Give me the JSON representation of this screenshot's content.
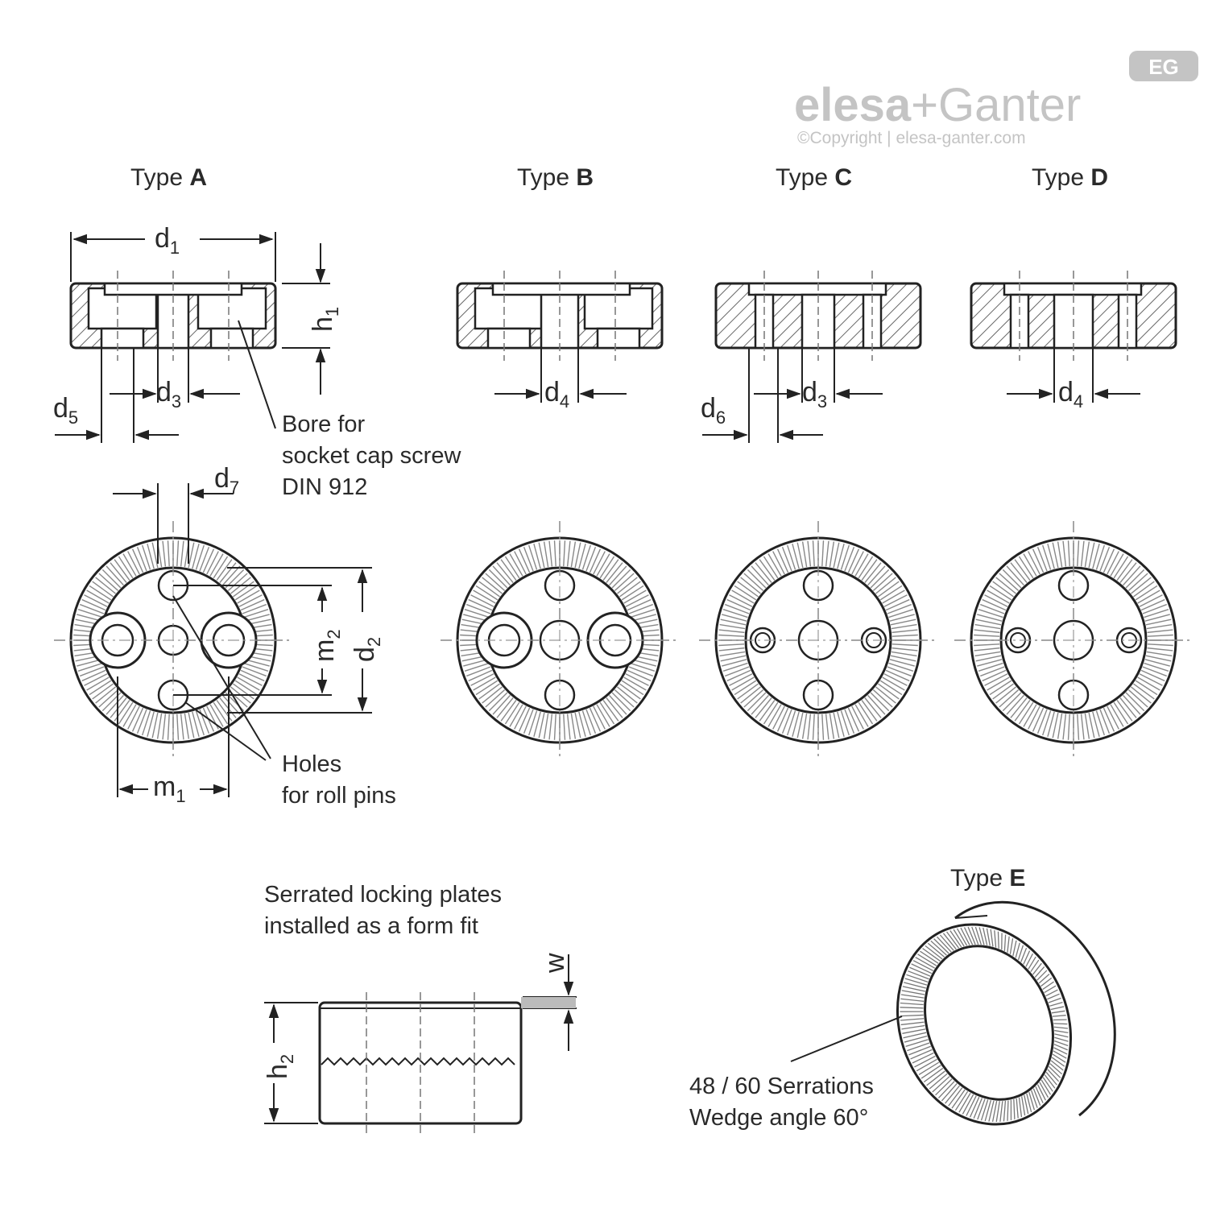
{
  "logo": {
    "brand_part1": "elesa",
    "brand_plus": "+",
    "brand_part2": "Ganter",
    "copyright": "©Copyright | elesa-ganter.com",
    "badge": "EG"
  },
  "types": {
    "a_prefix": "Type ",
    "a_letter": "A",
    "b_prefix": "Type ",
    "b_letter": "B",
    "c_prefix": "Type ",
    "c_letter": "C",
    "d_prefix": "Type ",
    "d_letter": "D",
    "e_prefix": "Type ",
    "e_letter": "E"
  },
  "dimensions": {
    "d1": "d",
    "d1_sub": "1",
    "h1": "h",
    "h1_sub": "1",
    "d3": "d",
    "d3_sub": "3",
    "d4": "d",
    "d4_sub": "4",
    "d5": "d",
    "d5_sub": "5",
    "d6": "d",
    "d6_sub": "6",
    "d7": "d",
    "d7_sub": "7",
    "m1": "m",
    "m1_sub": "1",
    "m2": "m",
    "m2_sub": "2",
    "d2": "d",
    "d2_sub": "2",
    "h2": "h",
    "h2_sub": "2",
    "w": "w",
    "d3c": "d",
    "d3c_sub": "3",
    "d4d": "d",
    "d4d_sub": "4"
  },
  "notes": {
    "bore_line1": "Bore for",
    "bore_line2": "socket cap screw",
    "bore_line3": "DIN 912",
    "holes_line1": "Holes",
    "holes_line2": "for roll pins",
    "serrated_line1": "Serrated locking plates",
    "serrated_line2": "installed as a form fit",
    "serrations_line1": "48 / 60 Serrations",
    "serrations_line2": "Wedge angle 60°"
  },
  "colors": {
    "line": "#222222",
    "hatch": "#666666",
    "center": "#777777",
    "logo": "#c4c4c4"
  }
}
